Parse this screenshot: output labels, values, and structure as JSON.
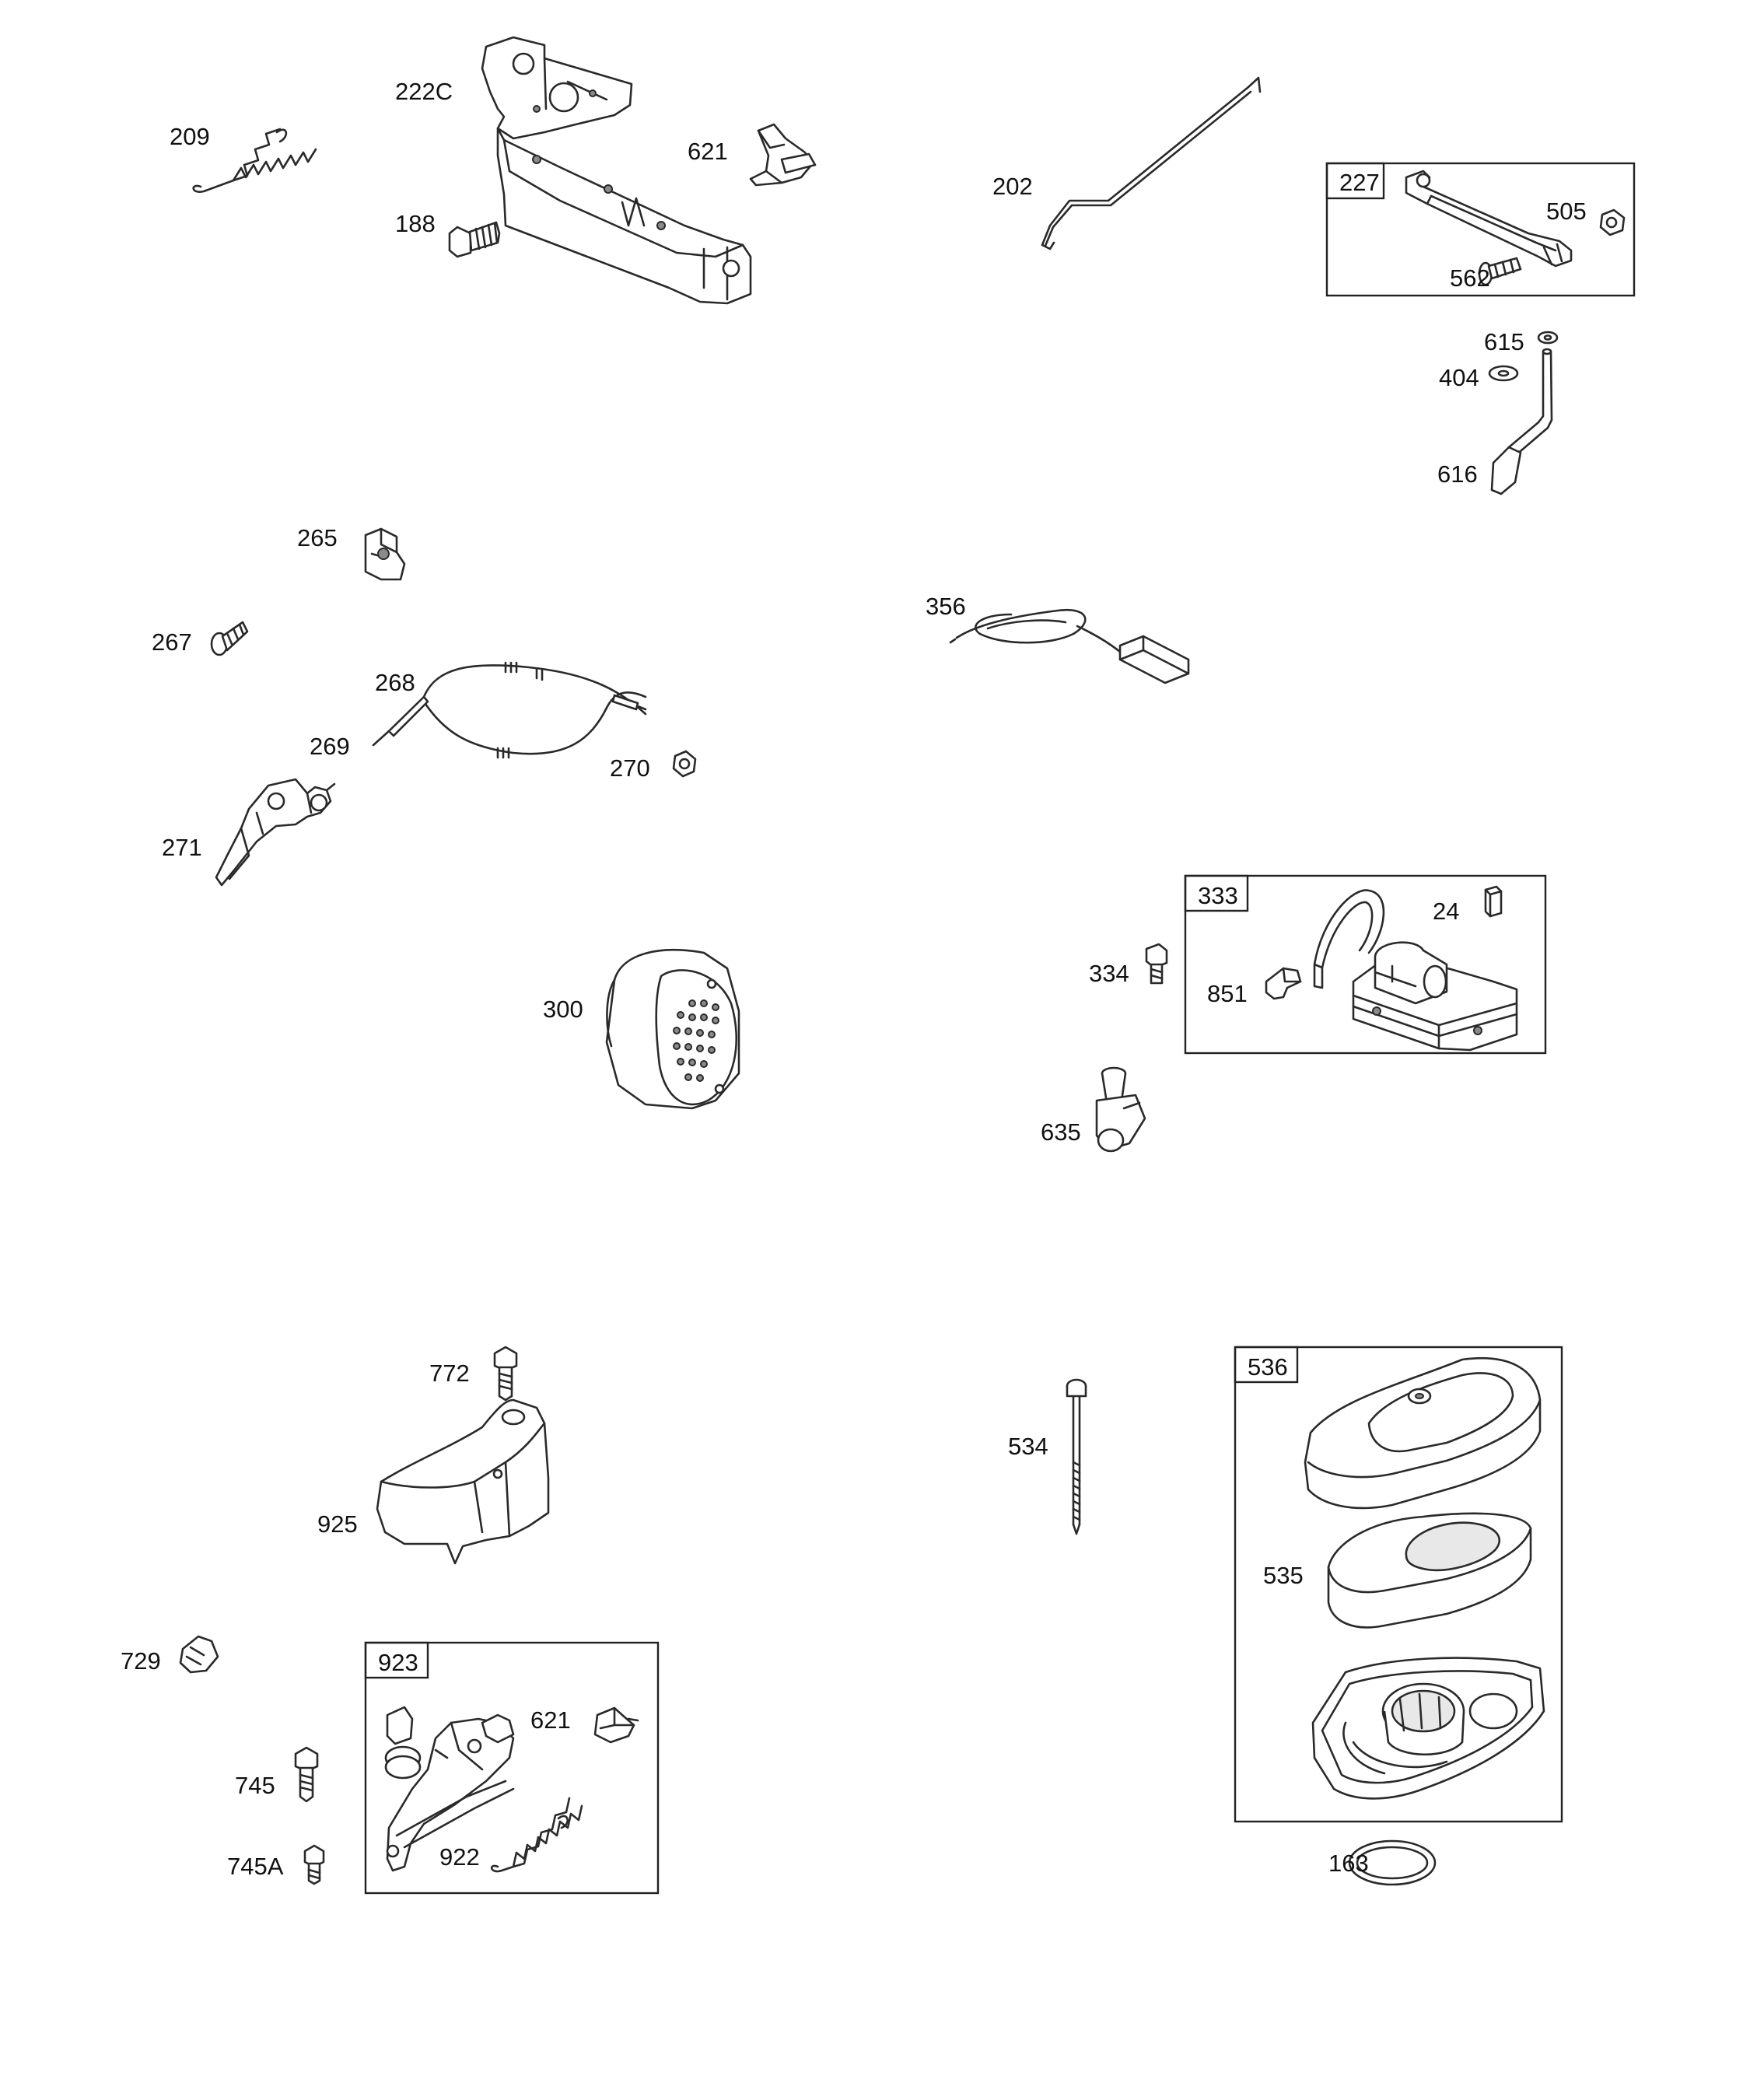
{
  "callouts": {
    "p209": "209",
    "p222C": "222C",
    "p621a": "621",
    "p188": "188",
    "p202": "202",
    "p227": "227",
    "p505": "505",
    "p562": "562",
    "p615": "615",
    "p404": "404",
    "p616": "616",
    "p265": "265",
    "p267": "267",
    "p268": "268",
    "p269": "269",
    "p270": "270",
    "p271": "271",
    "p356": "356",
    "p333": "333",
    "p24": "24",
    "p334": "334",
    "p851": "851",
    "p635": "635",
    "p300": "300",
    "p772": "772",
    "p925": "925",
    "p534": "534",
    "p536": "536",
    "p535": "535",
    "p163": "163",
    "p729": "729",
    "p923": "923",
    "p621b": "621",
    "p745": "745",
    "p922": "922",
    "p745A": "745A"
  }
}
